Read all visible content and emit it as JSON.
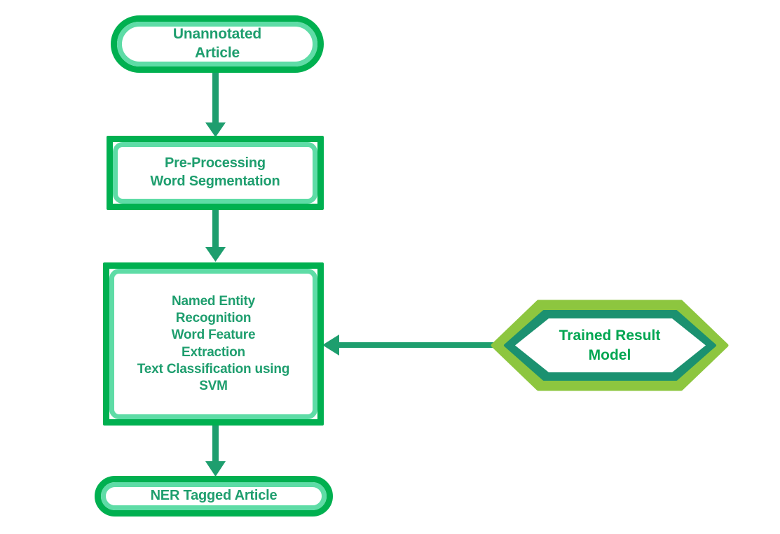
{
  "diagram": {
    "title": "Named Entity Recognition pipeline flowchart",
    "colors": {
      "outer_border_green": "#00B050",
      "inner_border_mint": "#5EDCA6",
      "box_text_green": "#1E9E6E",
      "hexagon_outer_yellow_green": "#8DC63F",
      "hexagon_inner_teal": "#1B9170",
      "hexagon_text_green": "#00A651",
      "arrow_green": "#1E9E6E",
      "background": "#FFFFFF"
    },
    "nodes": [
      {
        "id": "unannotated-article",
        "shape": "rounded-terminator",
        "label": "Unannotated\nArticle"
      },
      {
        "id": "pre-processing",
        "shape": "rectangle",
        "label": "Pre-Processing\nWord Segmentation"
      },
      {
        "id": "ner-processing",
        "shape": "rectangle",
        "label": "Named Entity\nRecognition\nWord Feature\nExtraction\nText Classification using\nSVM"
      },
      {
        "id": "trained-result-model",
        "shape": "hexagon",
        "label": "Trained Result\nModel"
      },
      {
        "id": "ner-tagged-article",
        "shape": "rounded-terminator",
        "label": "NER Tagged Article"
      }
    ],
    "edges": [
      {
        "id": "edge-1",
        "from": "unannotated-article",
        "to": "pre-processing",
        "direction": "down"
      },
      {
        "id": "edge-2",
        "from": "pre-processing",
        "to": "ner-processing",
        "direction": "down"
      },
      {
        "id": "edge-3",
        "from": "trained-result-model",
        "to": "ner-processing",
        "direction": "left"
      },
      {
        "id": "edge-4",
        "from": "ner-processing",
        "to": "ner-tagged-article",
        "direction": "down"
      }
    ]
  }
}
